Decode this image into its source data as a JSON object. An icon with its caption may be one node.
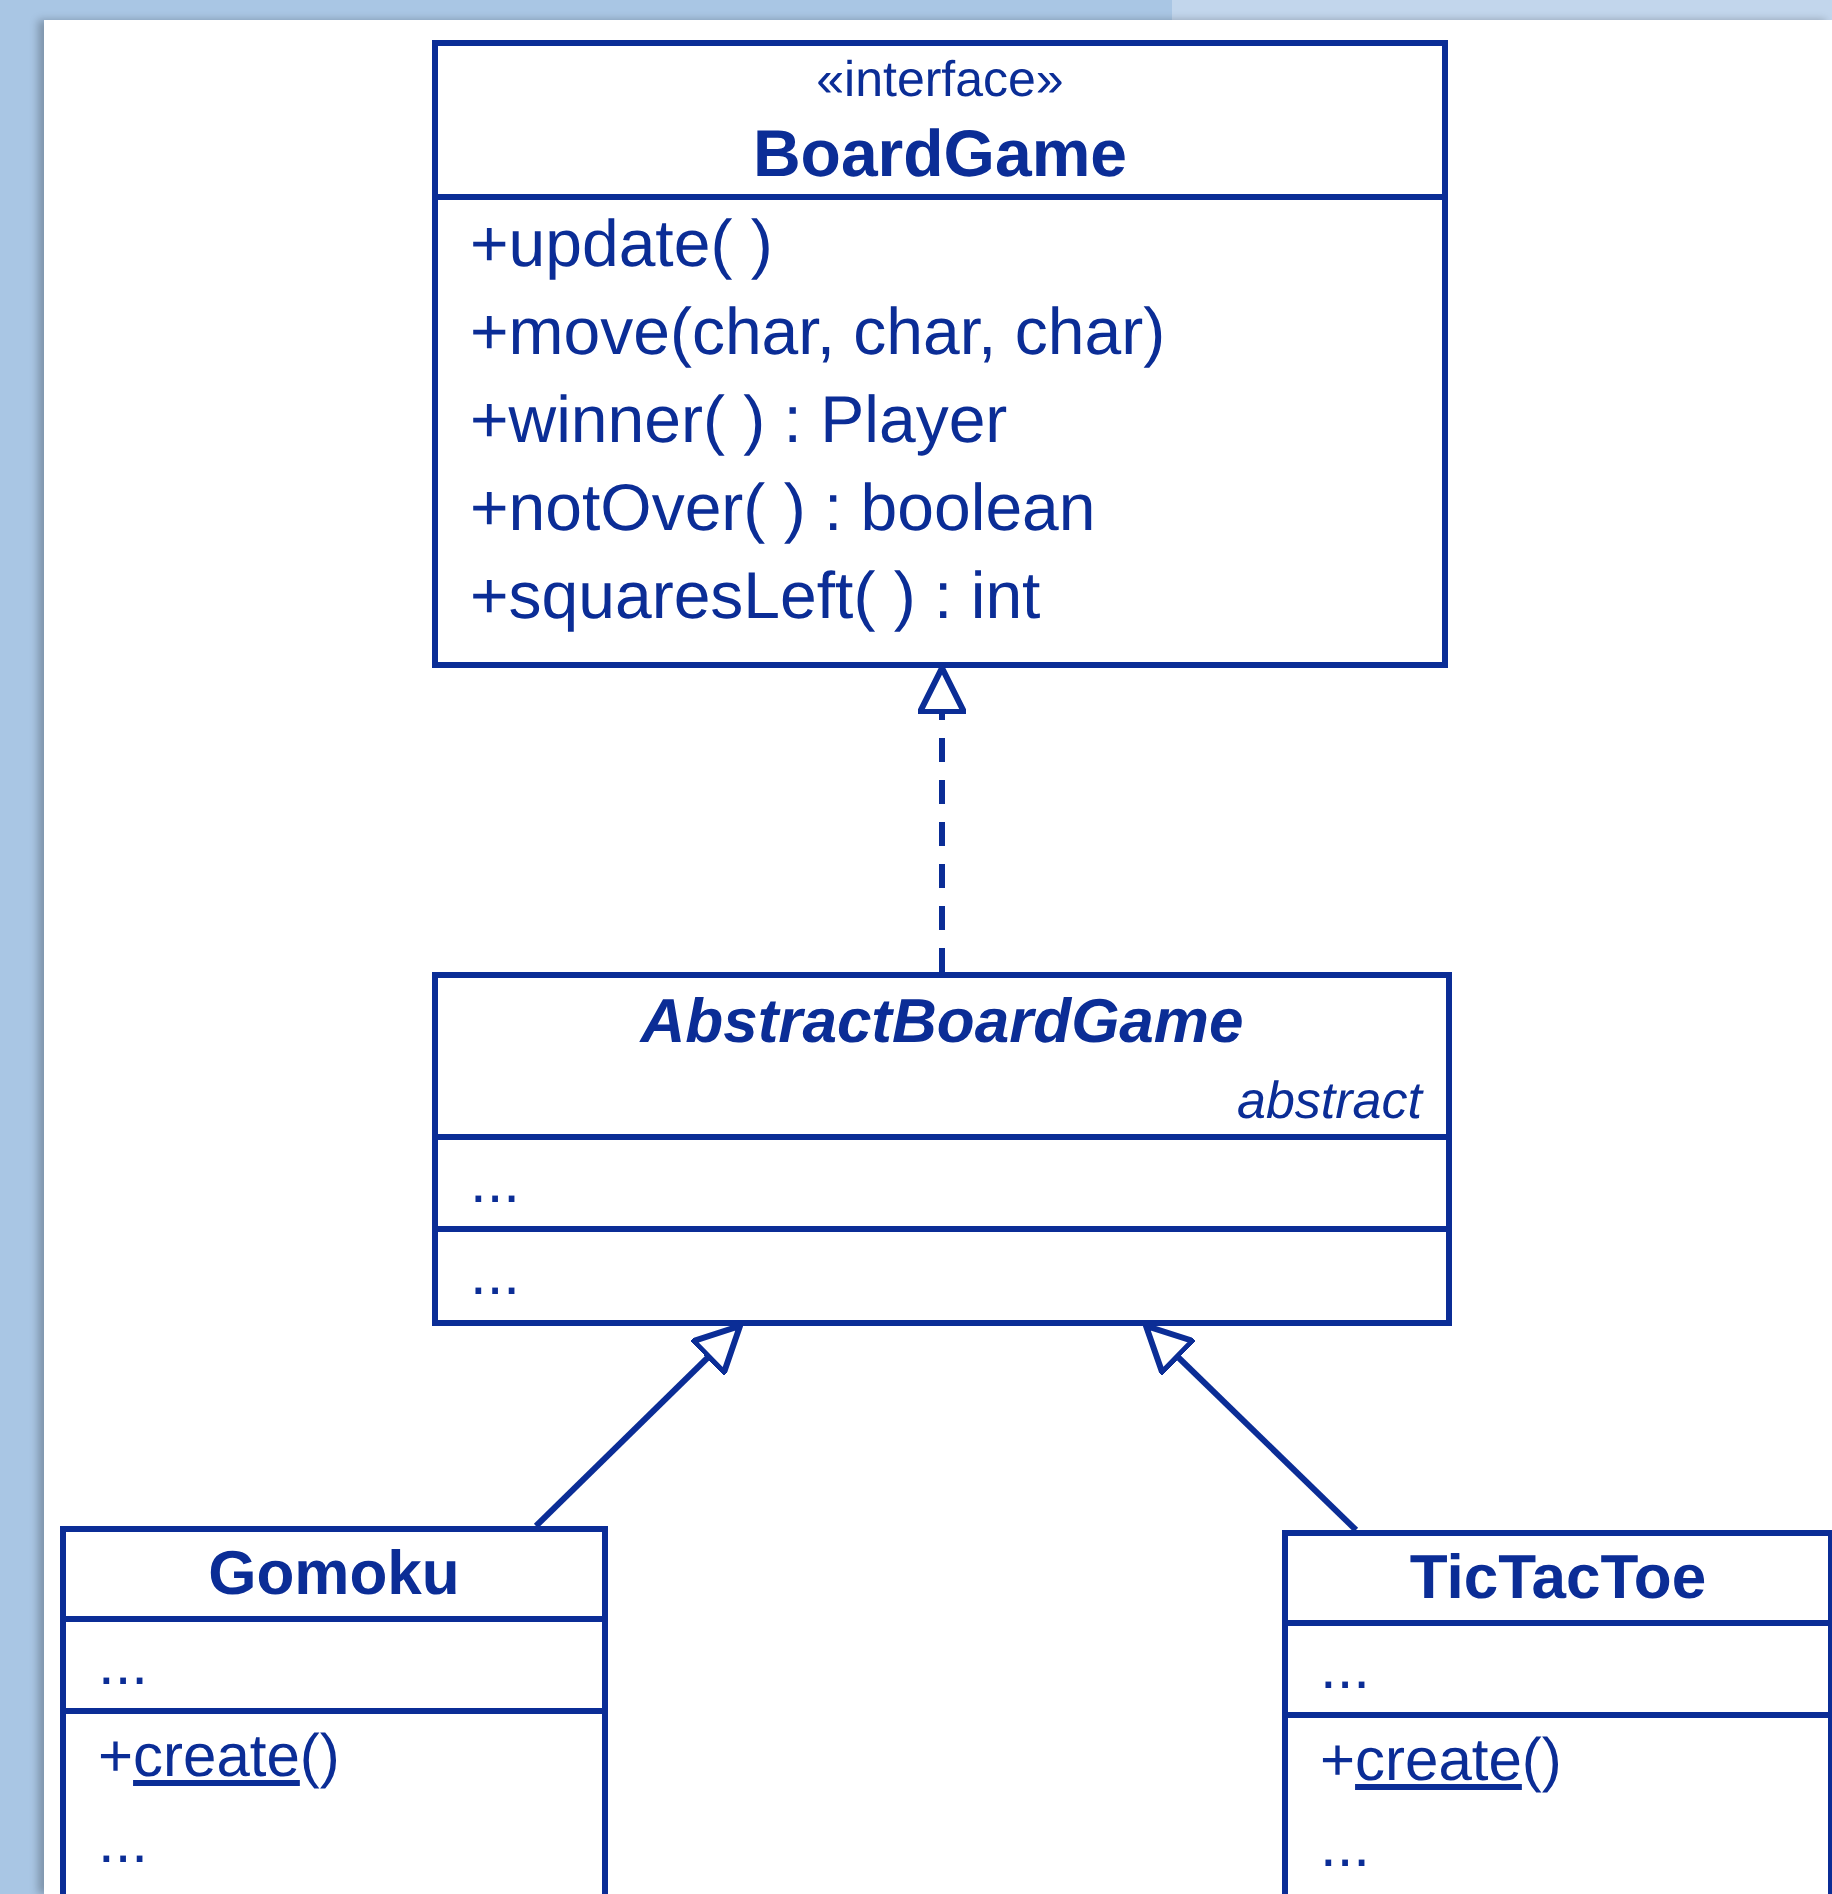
{
  "diagram": {
    "nodes": [
      {
        "text": [
          "«interface»",
          "BoardGame",
          "+update( )",
          "+move(char, char, char)",
          "+winner( ) : Player",
          "+notOver( ) : boolean",
          "+squaresLeft( ) : int"
        ]
      },
      {
        "text": [
          "AbstractBoardGame",
          "abstract",
          "...",
          "..."
        ]
      },
      {
        "text": [
          "Gomoku",
          "...",
          "+create()",
          "..."
        ]
      },
      {
        "text": [
          "TicTacToe",
          "...",
          "+create()",
          "..."
        ]
      }
    ],
    "edges": [
      {
        "from": 1,
        "to": 0,
        "arrow": "to",
        "style": "dashed"
      },
      {
        "from": 2,
        "to": 1,
        "arrow": "to"
      },
      {
        "from": 3,
        "to": 1,
        "arrow": "to"
      }
    ]
  }
}
